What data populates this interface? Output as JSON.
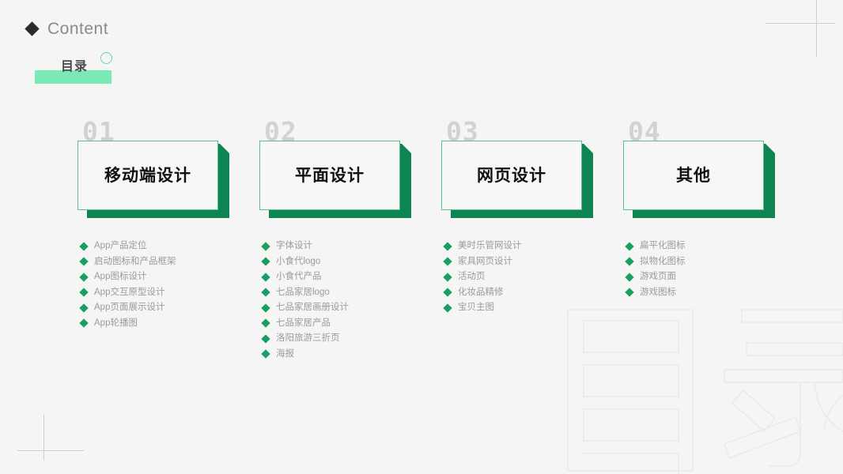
{
  "header": {
    "bullet_icon": "diamond-icon",
    "title": "Content",
    "subtitle": "目录",
    "ring_icon": "circle-outline-icon"
  },
  "theme": {
    "background": "#f5f5f5",
    "mint": "#7aeab5",
    "green_dark": "#0e8452",
    "green_outline": "#57c08b",
    "bullet_green": "#17a05f",
    "number_gray": "#d2d2d2",
    "text_gray": "#9b9b9b"
  },
  "cards": [
    {
      "number": "01",
      "title": "移动端设计",
      "items": [
        "App产品定位",
        "启动图标和产品框架",
        "App图标设计",
        "App交互原型设计",
        "App页面展示设计",
        "App轮播图"
      ]
    },
    {
      "number": "02",
      "title": "平面设计",
      "items": [
        "字体设计",
        "小食代logo",
        "小食代产品",
        "七品家居logo",
        "七品家居画册设计",
        "七品家居产品",
        "洛阳旅游三折页",
        "海报"
      ]
    },
    {
      "number": "03",
      "title": "网页设计",
      "items": [
        "美时乐管网设计",
        "家具网页设计",
        "活动页",
        "化妆品精修",
        "宝贝主图"
      ]
    },
    {
      "number": "04",
      "title": "其他",
      "items": [
        "扁平化图标",
        "拟物化图标",
        "游戏页面",
        "游戏图标"
      ]
    }
  ],
  "decorations": {
    "crosshair_top_right": "crosshair-icon",
    "crosshair_bottom_left": "crosshair-icon",
    "watermark": "chinese-characters-outline-watermark"
  }
}
